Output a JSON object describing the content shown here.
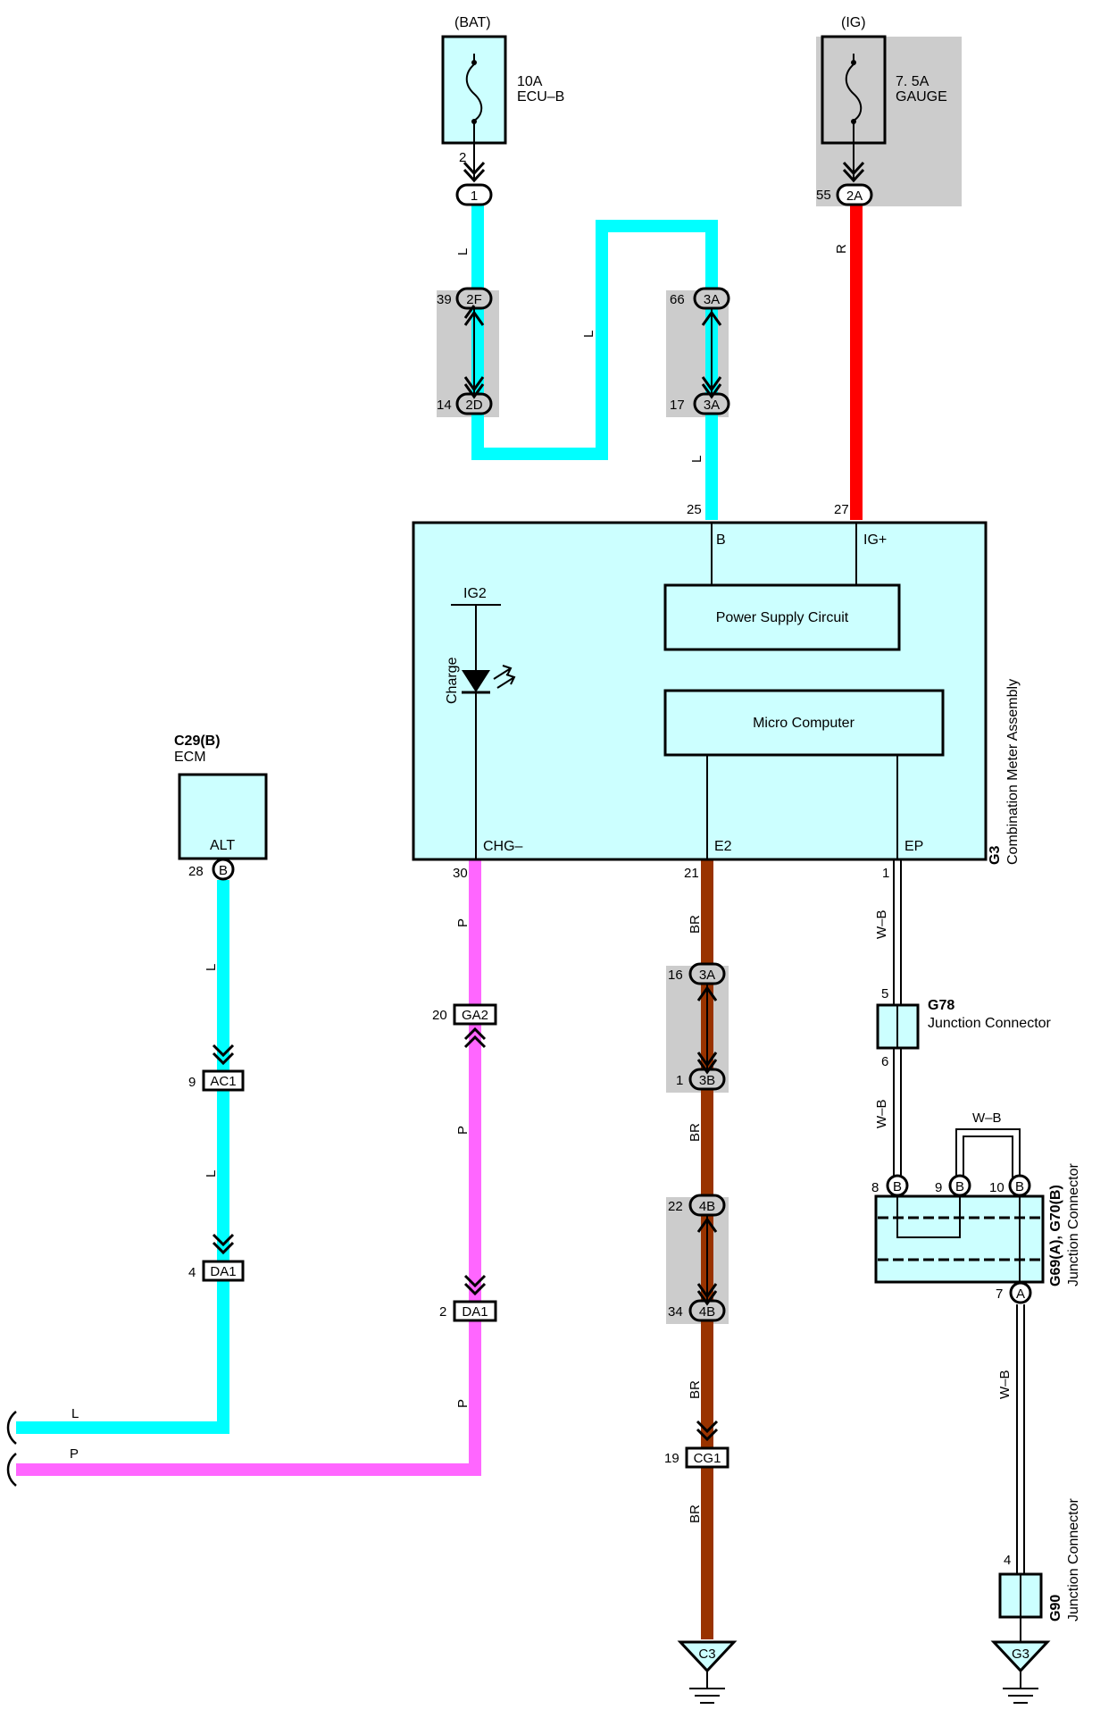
{
  "fuses": {
    "bat": {
      "source": "(BAT)",
      "rating": "10A",
      "name": "ECU–B",
      "pin": "2",
      "connector_pin": "1"
    },
    "ig": {
      "source": "(IG)",
      "rating": "7. 5A",
      "name": "GAUGE",
      "pin": "55",
      "connector": "2A"
    }
  },
  "junctions": {
    "bat_upper": {
      "pin": "39",
      "connector": "2F"
    },
    "bat_lower": {
      "pin": "14",
      "connector": "2D"
    },
    "b_upper": {
      "pin": "66",
      "connector": "3A"
    },
    "b_lower": {
      "pin": "17",
      "connector": "3A"
    },
    "e2_1_upper": {
      "pin": "16",
      "connector": "3A"
    },
    "e2_1_lower": {
      "pin": "1",
      "connector": "3B"
    },
    "e2_2_upper": {
      "pin": "22",
      "connector": "4B"
    },
    "e2_2_lower": {
      "pin": "34",
      "connector": "4B"
    }
  },
  "wire_labels": {
    "bat_top": "L",
    "bat_mid": "L",
    "b_lower": "L",
    "ig": "R",
    "alt_1": "L",
    "alt_2": "L",
    "alt_bottom": "L",
    "chg_1": "P",
    "chg_2": "P",
    "chg_3": "P",
    "chg_bottom": "P",
    "e2_1": "BR",
    "e2_2": "BR",
    "e2_3": "BR",
    "e2_4": "BR",
    "ep_1": "W–B",
    "ep_2": "W–B",
    "bridge": "W–B",
    "ep_3": "W–B"
  },
  "meter": {
    "code": "G3",
    "name": "Combination Meter Assembly",
    "terminals": {
      "b": "B",
      "ig": "IG+",
      "chg": "CHG–",
      "e2": "E2",
      "ep": "EP",
      "ig2": "IG2"
    },
    "pins": {
      "b": "25",
      "ig": "27",
      "chg": "30",
      "e2": "21",
      "ep": "1"
    },
    "led_label": "Charge",
    "power_supply": "Power Supply Circuit",
    "micro": "Micro Computer"
  },
  "ecm": {
    "code": "C29(B)",
    "name": "ECM",
    "terminal": "ALT",
    "pin": "28",
    "connector": "B"
  },
  "alt_connectors": [
    {
      "pin": "9",
      "name": "AC1"
    },
    {
      "pin": "4",
      "name": "DA1"
    }
  ],
  "chg_connectors": [
    {
      "pin": "20",
      "name": "GA2"
    },
    {
      "pin": "2",
      "name": "DA1"
    }
  ],
  "e2_connector": {
    "pin": "19",
    "name": "CG1"
  },
  "g78": {
    "code": "G78",
    "name": "Junction Connector",
    "pin_in": "5",
    "pin_out": "6"
  },
  "g69": {
    "code": "G69(A), G70(B)",
    "name": "Junction Connector",
    "pins": [
      "8",
      "9",
      "10"
    ],
    "pin_label": "B",
    "out_pin": "7",
    "out_label": "A"
  },
  "g90": {
    "code": "G90",
    "name": "Junction Connector",
    "pin": "4"
  },
  "grounds": {
    "c3": "C3",
    "g3": "G3"
  },
  "colors": {
    "L": "#00ffff",
    "R": "#ff0000",
    "P": "#ff66ff",
    "BR": "#993300",
    "component_fill": "#ccffff",
    "shade": "#cccccc"
  }
}
